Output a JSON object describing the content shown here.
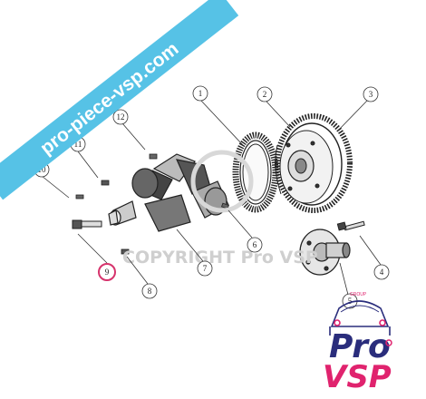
{
  "banner": {
    "text": "pro-piece-vsp.com",
    "color": "#56c2e6"
  },
  "watermark": {
    "text": "COPYRIGHT Pro VSP"
  },
  "callouts": [
    {
      "label": "1"
    },
    {
      "label": "2"
    },
    {
      "label": "3"
    },
    {
      "label": "4"
    },
    {
      "label": "5"
    },
    {
      "label": "6"
    },
    {
      "label": "7"
    },
    {
      "label": "8"
    },
    {
      "label": "9",
      "highlight_color": "#d6336c"
    },
    {
      "label": "10"
    },
    {
      "label": "11"
    },
    {
      "label": "12"
    }
  ],
  "logo": {
    "group_text": "GROUP",
    "pro_text": "Pro",
    "vsp_text": "VSP",
    "pro_color": "#2a2d7c",
    "vsp_color": "#e0236e"
  }
}
